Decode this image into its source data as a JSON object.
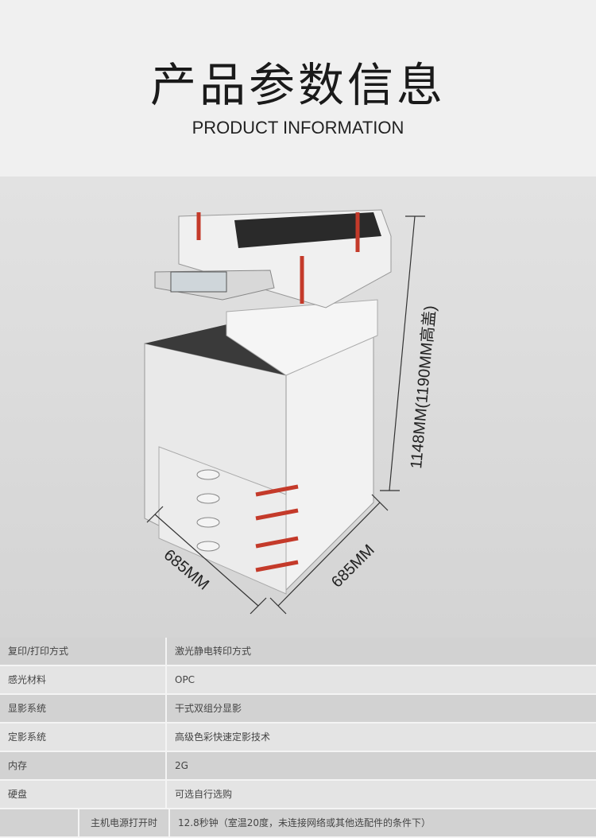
{
  "header": {
    "title": "产品参数信息",
    "subtitle": "PRODUCT INFORMATION"
  },
  "photo": {
    "height_label": "1148MM(1190MM高盖)",
    "width_label": "685MM",
    "depth_label": "685MM"
  },
  "specs": [
    {
      "key": "复印/打印方式",
      "value": "激光静电转印方式"
    },
    {
      "key": "感光材料",
      "value": "OPC"
    },
    {
      "key": "显影系统",
      "value": "干式双组分显影"
    },
    {
      "key": "定影系统",
      "value": "高级色彩快速定影技术"
    },
    {
      "key": "内存",
      "value": "2G"
    },
    {
      "key": "硬盘",
      "value": "可选自行选购"
    }
  ],
  "warmup": {
    "subkey": "主机电源打开时",
    "value": "12.8秒钟（室温20度，未连接网络或其他选配件的条件下）"
  }
}
